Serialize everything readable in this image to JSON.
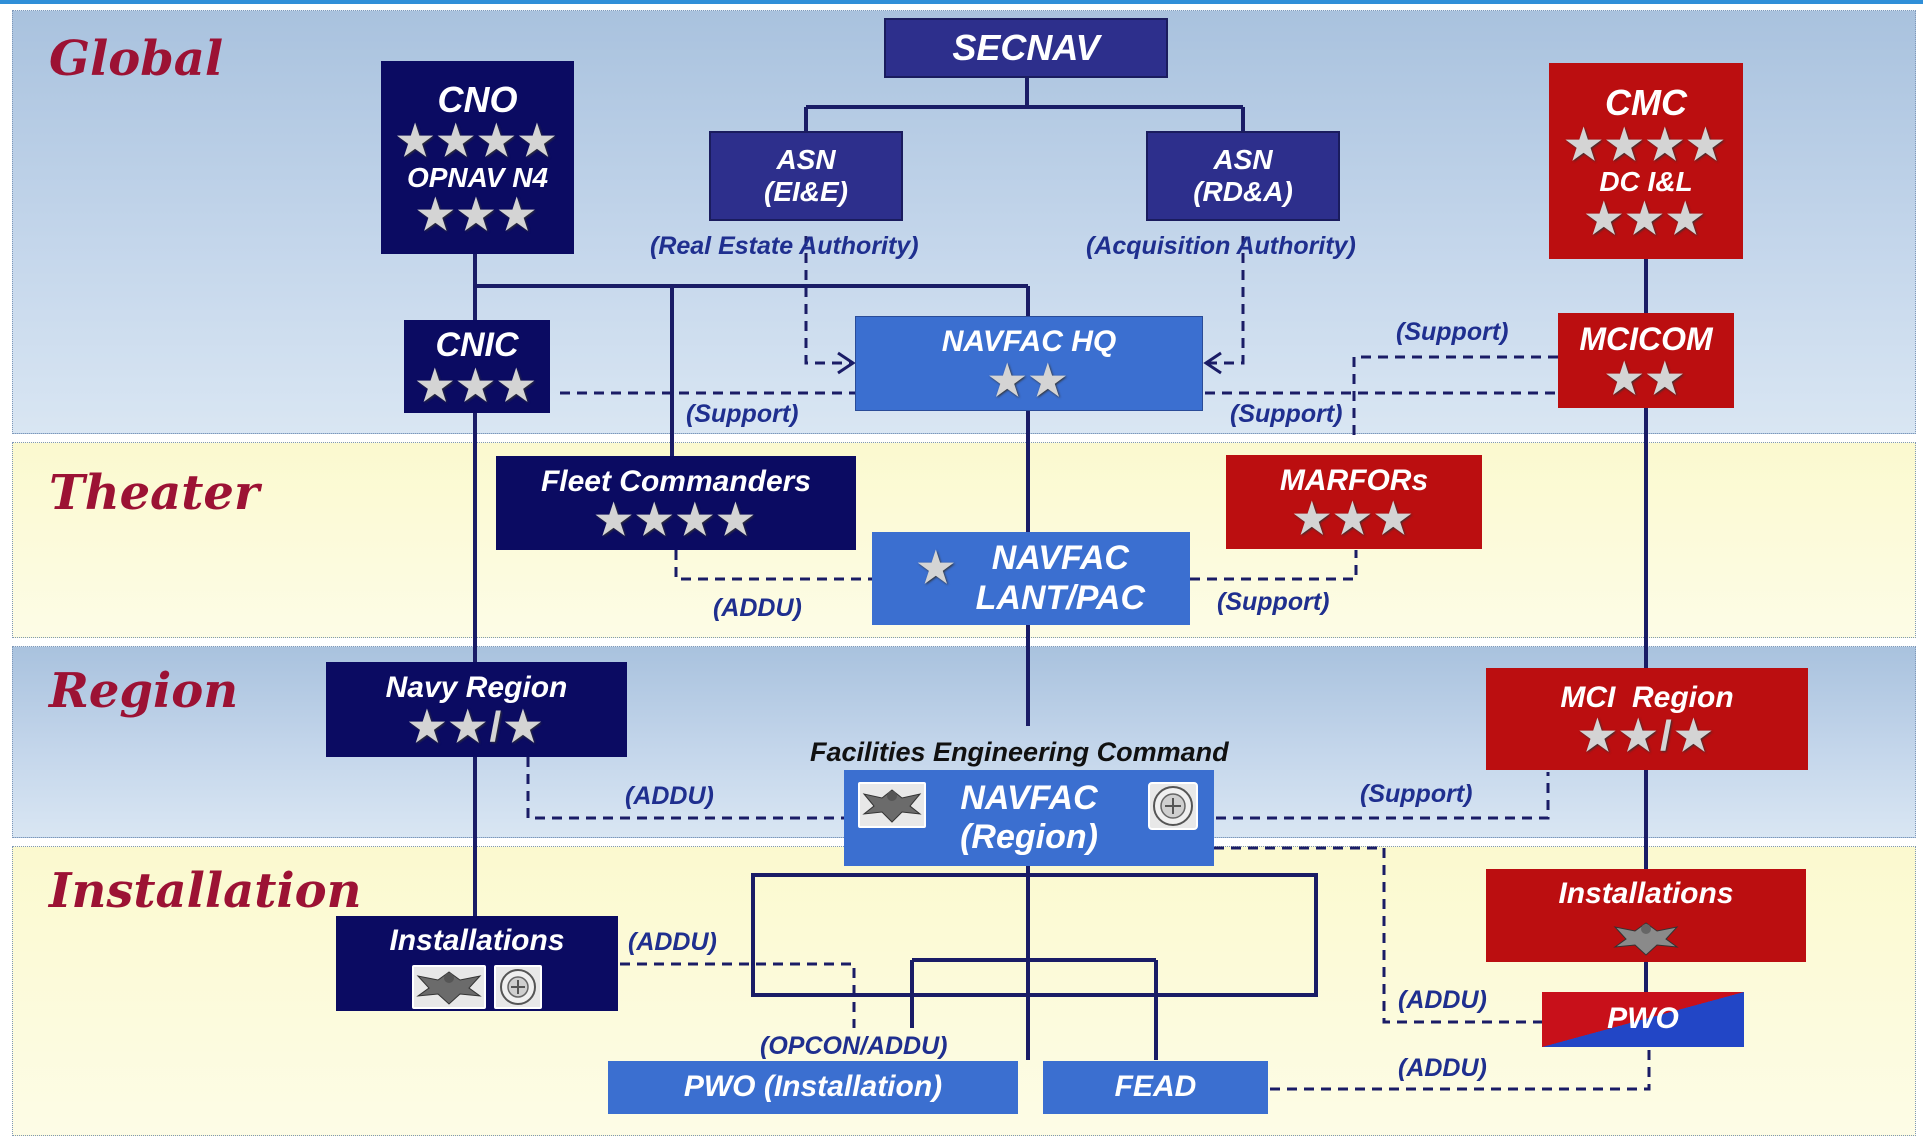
{
  "tiers": {
    "global": "Global",
    "theater": "Theater",
    "region": "Region",
    "installation": "Installation"
  },
  "nodes": {
    "secnav": "SECNAV",
    "cno": {
      "title": "CNO",
      "rank": "★★★★",
      "sub": "OPNAV N4",
      "sub_rank": "★★★"
    },
    "asn_eie": {
      "line1": "ASN",
      "line2": "(EI&E)"
    },
    "asn_rda": {
      "line1": "ASN",
      "line2": "(RD&A)"
    },
    "cmc": {
      "title": "CMC",
      "rank": "★★★★",
      "sub": "DC I&L",
      "sub_rank": "★★★"
    },
    "cnic": {
      "title": "CNIC",
      "rank": "★★★"
    },
    "navfac_hq": {
      "title": "NAVFAC HQ",
      "rank": "★★"
    },
    "mcicom": {
      "title": "MCICOM",
      "rank": "★★"
    },
    "fleet_commanders": {
      "title": "Fleet Commanders",
      "rank": "★★★★"
    },
    "marfors": {
      "title": "MARFORs",
      "rank": "★★★"
    },
    "navfac_lantpac": {
      "rank": "★",
      "line1": "NAVFAC",
      "line2": "LANT/PAC"
    },
    "navy_region": {
      "title": "Navy Region",
      "rank": "★★/★"
    },
    "mci_region": {
      "title": "MCI  Region",
      "rank": "★★/★"
    },
    "navfac_region": {
      "caption": "Facilities Engineering Command",
      "line1": "NAVFAC",
      "line2": "(Region)"
    },
    "navy_installations": "Installations",
    "mc_installations": "Installations",
    "pwo_mc": "PWO",
    "pwo_installation": "PWO (Installation)",
    "fead": "FEAD"
  },
  "labels": {
    "real_estate": "(Real Estate Authority)",
    "acquisition": "(Acquisition Authority)",
    "support_cnic": "(Support)",
    "support_mcicom_top": "(Support)",
    "support_mcicom_bottom": "(Support)",
    "addu_fleet": "(ADDU)",
    "support_marfors": "(Support)",
    "addu_navy_region": "(ADDU)",
    "support_mci_region": "(Support)",
    "addu_installations": "(ADDU)",
    "opcon_addu": "(OPCON/ADDU)",
    "addu_pwo": "(ADDU)",
    "addu_fead": "(ADDU)"
  },
  "colors": {
    "navy_dark": "#0b0b62",
    "navy_med": "#2d2f8c",
    "marine_red": "#bb0e10",
    "navfac_blue": "#3b6fd0",
    "tier_label": "#9c1234",
    "connector": "#1a1c66"
  }
}
